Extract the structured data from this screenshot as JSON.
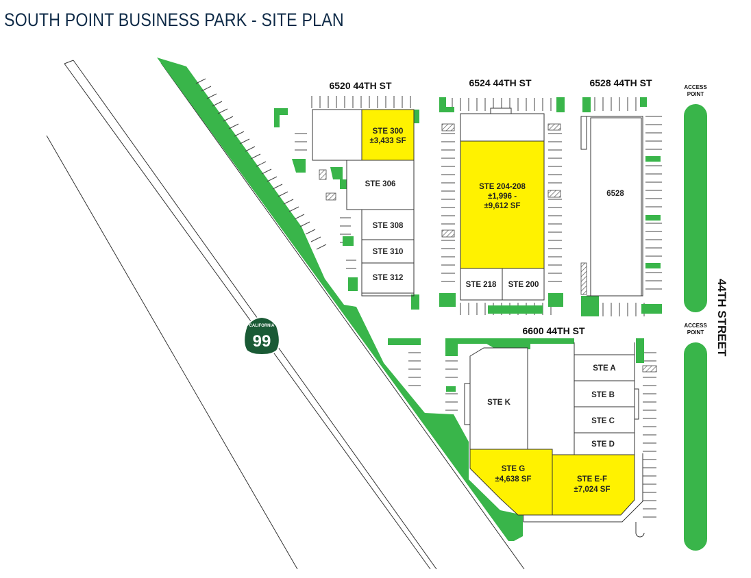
{
  "title": "SOUTH POINT BUSINESS PARK - SITE PLAN",
  "colors": {
    "landscape": "#39b54a",
    "available": "#fff200",
    "building": "#ffffff",
    "outline": "#333333",
    "title": "#0e2a47",
    "shield": "#1a5a35"
  },
  "street_name": "44TH STREET",
  "access_point": "ACCESS POINT",
  "highway_shield": {
    "top_text": "CALIFORNIA",
    "number": "99",
    "icon": "highway-shield-icon"
  },
  "buildings": {
    "b6520": {
      "address": "6520 44TH ST",
      "suites": [
        {
          "name": "STE 300",
          "size": "±3,433 SF",
          "status": "available"
        },
        {
          "name": "STE 306"
        },
        {
          "name": "STE 308"
        },
        {
          "name": "STE 310"
        },
        {
          "name": "STE 312"
        }
      ]
    },
    "b6524": {
      "address": "6524 44TH ST",
      "suites": [
        {
          "name": "STE 204-208",
          "size_line1": "±1,996 -",
          "size_line2": "±9,612 SF",
          "status": "available"
        },
        {
          "name": "STE 218"
        },
        {
          "name": "STE 200"
        }
      ]
    },
    "b6528": {
      "address": "6528 44TH ST",
      "label": "6528"
    },
    "b6600": {
      "address": "6600 44TH ST",
      "suites": [
        {
          "name": "STE K"
        },
        {
          "name": "STE A"
        },
        {
          "name": "STE B"
        },
        {
          "name": "STE C"
        },
        {
          "name": "STE D"
        },
        {
          "name": "STE G",
          "size": "±4,638 SF",
          "status": "available"
        },
        {
          "name": "STE E-F",
          "size": "±7,024 SF",
          "status": "available"
        }
      ]
    }
  }
}
